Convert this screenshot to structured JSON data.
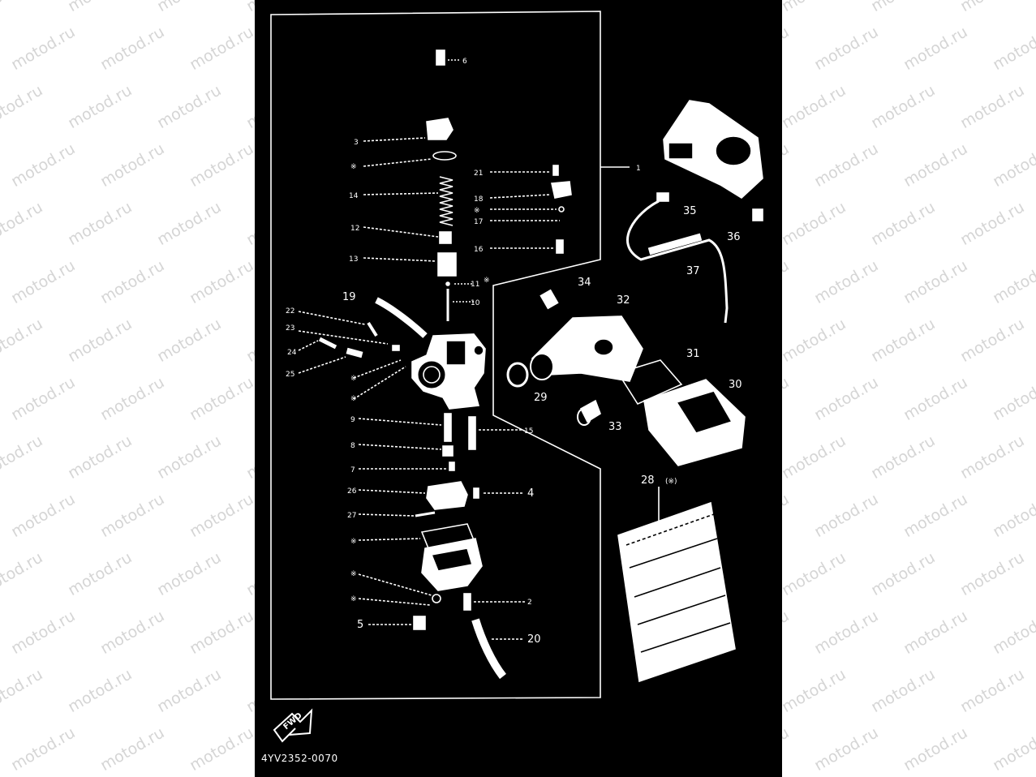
{
  "watermark": "motod.ru",
  "diagram_code": "4YV2352-0070",
  "fwd_label": "FWD",
  "callouts": [
    {
      "id": "c1",
      "text": "1",
      "size": "small"
    },
    {
      "id": "c2",
      "text": "2",
      "size": "small"
    },
    {
      "id": "c3",
      "text": "3",
      "size": "small"
    },
    {
      "id": "c4",
      "text": "4",
      "size": "big"
    },
    {
      "id": "c5",
      "text": "5",
      "size": "big"
    },
    {
      "id": "c6",
      "text": "6",
      "size": "small"
    },
    {
      "id": "c7",
      "text": "7",
      "size": "small"
    },
    {
      "id": "c8",
      "text": "8",
      "size": "small"
    },
    {
      "id": "c9",
      "text": "9",
      "size": "small"
    },
    {
      "id": "c10",
      "text": "10",
      "size": "small"
    },
    {
      "id": "c11",
      "text": "11",
      "size": "small"
    },
    {
      "id": "c12",
      "text": "12",
      "size": "small"
    },
    {
      "id": "c13",
      "text": "13",
      "size": "small"
    },
    {
      "id": "c14",
      "text": "14",
      "size": "small"
    },
    {
      "id": "c15",
      "text": "15",
      "size": "small"
    },
    {
      "id": "c16",
      "text": "16",
      "size": "small"
    },
    {
      "id": "c17",
      "text": "17",
      "size": "small"
    },
    {
      "id": "c18",
      "text": "18",
      "size": "small"
    },
    {
      "id": "c19",
      "text": "19",
      "size": "big"
    },
    {
      "id": "c20",
      "text": "20",
      "size": "big"
    },
    {
      "id": "c21",
      "text": "21",
      "size": "small"
    },
    {
      "id": "c22",
      "text": "22",
      "size": "small"
    },
    {
      "id": "c23",
      "text": "23",
      "size": "small"
    },
    {
      "id": "c24",
      "text": "24",
      "size": "small"
    },
    {
      "id": "c25",
      "text": "25",
      "size": "small"
    },
    {
      "id": "c26",
      "text": "26",
      "size": "small"
    },
    {
      "id": "c27",
      "text": "27",
      "size": "small"
    },
    {
      "id": "c28",
      "text": "28",
      "size": "big"
    },
    {
      "id": "c28note",
      "text": "(※)",
      "size": "small"
    },
    {
      "id": "c29",
      "text": "29",
      "size": "big"
    },
    {
      "id": "c30",
      "text": "30",
      "size": "big"
    },
    {
      "id": "c31",
      "text": "31",
      "size": "big"
    },
    {
      "id": "c32",
      "text": "32",
      "size": "big"
    },
    {
      "id": "c33",
      "text": "33",
      "size": "big"
    },
    {
      "id": "c34",
      "text": "34",
      "size": "big"
    },
    {
      "id": "c35",
      "text": "35",
      "size": "big"
    },
    {
      "id": "c36",
      "text": "36",
      "size": "big"
    },
    {
      "id": "c37",
      "text": "37",
      "size": "big"
    },
    {
      "id": "s1",
      "text": "※",
      "size": "small"
    },
    {
      "id": "s2",
      "text": "※",
      "size": "small"
    },
    {
      "id": "s3",
      "text": "※",
      "size": "small"
    },
    {
      "id": "s4",
      "text": "※",
      "size": "small"
    },
    {
      "id": "s5",
      "text": "※",
      "size": "small"
    },
    {
      "id": "s6",
      "text": "※",
      "size": "small"
    },
    {
      "id": "s7",
      "text": "※",
      "size": "small"
    },
    {
      "id": "s8",
      "text": "※",
      "size": "small"
    }
  ]
}
